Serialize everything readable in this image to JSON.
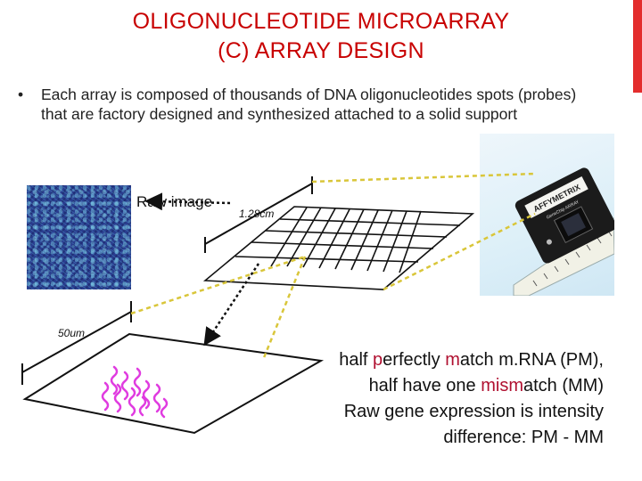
{
  "slide": {
    "title_line1": "OLIGONUCLEOTIDE MICROARRAY",
    "title_line2": "(C) ARRAY DESIGN",
    "bullet_symbol": "•",
    "bullet_text": "Each array is composed of thousands of DNA oligonucleotides spots (probes) that are factory designed and synthesized attached to a solid support"
  },
  "figure": {
    "raw_image_label": "Raw image",
    "array_size_label": "1.28cm",
    "spot_size_label": "50um",
    "chip_brand": "AFFYMETRIX",
    "chip_subtext": "GeneChip ARRAY"
  },
  "caption": {
    "line1": {
      "a": "half ",
      "b": "p",
      "c": "erfectly ",
      "d": "m",
      "e": "atch m.RNA (PM),"
    },
    "line2": {
      "a": "half have one ",
      "b": "mis",
      "c": "m",
      "d": "atch (MM)"
    },
    "line3": "Raw gene expression is intensity",
    "line4": "difference: PM - MM"
  },
  "colors": {
    "title": "#c80000",
    "accent_bar": "#e32d2d",
    "highlight": "#b01030",
    "pointer_yellow": "#d9c63a",
    "probe_magenta": "#e03ce0"
  }
}
